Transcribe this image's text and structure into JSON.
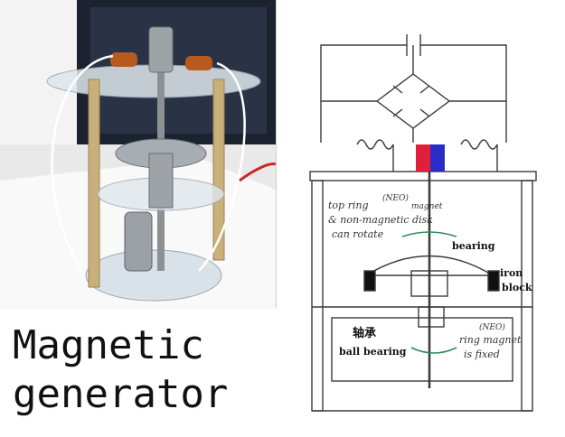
{
  "title": {
    "line1": "Magnetic",
    "line2": "generator"
  },
  "annotations": {
    "top_ring_line1": "top ring",
    "top_ring_magnet": "magnet",
    "top_neo": "(NEO)",
    "top_ring_line2": "& non-magnetic disk",
    "top_ring_line3": "can rotate",
    "bearing": "bearing",
    "iron_line1": "iron",
    "iron_line2": "block",
    "zhoucheng": "轴承",
    "ball_bearing": "ball bearing",
    "bottom_neo": "(NEO)",
    "ring_magnet": "ring magnet",
    "is_fixed": "is fixed"
  },
  "colors": {
    "magnet_red": "#e0203a",
    "magnet_blue": "#2a2cc8",
    "arrow_green": "#2e8b57",
    "wood": "#c9b07a",
    "sketch_line": "#3a3a3a"
  }
}
